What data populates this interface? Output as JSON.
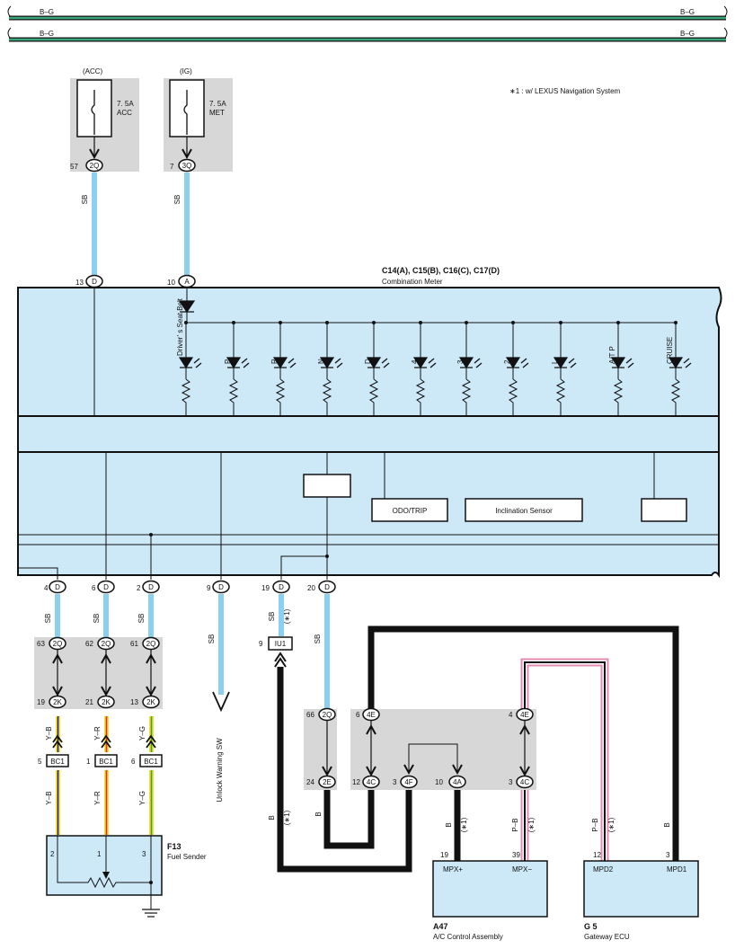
{
  "bus": {
    "left_label": "B–G",
    "right_label": "B–G"
  },
  "note": "∗1 : w/ LEXUS Navigation System",
  "fuses": [
    {
      "source": "(ACC)",
      "rating": "7. 5A",
      "name": "ACC",
      "pin": "57",
      "conn": "2Q"
    },
    {
      "source": "(IG)",
      "rating": "7. 5A",
      "name": "MET",
      "pin": "7",
      "conn": "3Q"
    }
  ],
  "wire_colors": {
    "sb": "SB",
    "b": "B",
    "yb": "Y–B",
    "yr": "Y–R",
    "yg": "Y–G",
    "pb": "P–B"
  },
  "note_ref": "(∗1)",
  "meter": {
    "code": "C14(A), C15(B), C16(C), C17(D)",
    "name": "Combination Meter",
    "top_pins": [
      {
        "pin": "13",
        "conn": "D"
      },
      {
        "pin": "10",
        "conn": "A"
      }
    ],
    "leds": [
      "Driver’ s Seat Belt",
      "P",
      "R",
      "N",
      "D",
      "4",
      "3",
      "2",
      "L",
      "A/T P",
      "CRUISE"
    ],
    "boxes": {
      "odo": "ODO/TRIP",
      "incl": "Inclination Sensor"
    },
    "bottom_pins": [
      {
        "pin": "4",
        "conn": "D"
      },
      {
        "pin": "6",
        "conn": "D"
      },
      {
        "pin": "2",
        "conn": "D"
      },
      {
        "pin": "9",
        "conn": "D"
      },
      {
        "pin": "19",
        "conn": "D"
      },
      {
        "pin": "20",
        "conn": "D"
      }
    ]
  },
  "jb_upper": [
    {
      "pin": "63",
      "conn": "2Q"
    },
    {
      "pin": "62",
      "conn": "2Q"
    },
    {
      "pin": "61",
      "conn": "2Q"
    }
  ],
  "jb_lower": [
    {
      "pin": "19",
      "conn": "2K"
    },
    {
      "pin": "21",
      "conn": "2K"
    },
    {
      "pin": "13",
      "conn": "2K"
    }
  ],
  "bc1": [
    {
      "pin": "5",
      "conn": "BC1"
    },
    {
      "pin": "1",
      "conn": "BC1"
    },
    {
      "pin": "6",
      "conn": "BC1"
    }
  ],
  "iu1": {
    "pin": "9",
    "conn": "IU1"
  },
  "unlock": "Unlock Warning SW",
  "jb2": [
    {
      "pin": "66",
      "conn": "2Q"
    },
    {
      "pin": "24",
      "conn": "2E"
    },
    {
      "pin": "6",
      "conn": "4E"
    },
    {
      "pin": "4",
      "conn": "4E"
    },
    {
      "pin": "12",
      "conn": "4C"
    },
    {
      "pin": "3",
      "conn": "4F"
    },
    {
      "pin": "10",
      "conn": "4A"
    },
    {
      "pin": "3",
      "conn": "4C"
    }
  ],
  "fuel": {
    "code": "F13",
    "name": "Fuel Sender",
    "pins": [
      "2",
      "1",
      "3"
    ]
  },
  "ac": {
    "code": "A47",
    "name": "A/C Control Assembly",
    "pins": [
      "19",
      "39"
    ],
    "terms": [
      "MPX+",
      "MPX−"
    ]
  },
  "gw": {
    "code": "G 5",
    "name": "Gateway ECU",
    "pins": [
      "12",
      "3"
    ],
    "terms": [
      "MPD2",
      "MPD1"
    ]
  }
}
